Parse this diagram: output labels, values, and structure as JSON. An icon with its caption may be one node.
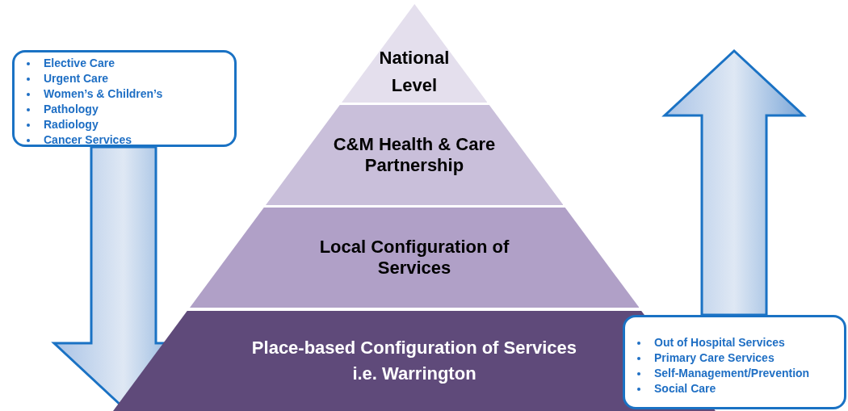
{
  "diagram": {
    "nodes": [
      {
        "text": [
          "Elective Care",
          "Urgent Care",
          "Women’s & Children’s",
          "Pathology",
          "Radiology",
          "Cancer Services"
        ]
      },
      {
        "text": [
          "National Level"
        ]
      },
      {
        "text": [
          "C&M Health & Care Partnership"
        ]
      },
      {
        "text": [
          "Local Configuration of Services"
        ]
      },
      {
        "text": [
          "Place-based Configuration of Services",
          "i.e. Warrington"
        ]
      },
      {
        "text": [
          "Out of Hospital Services",
          "Primary Care Services",
          "Self-Management/Prevention",
          "Social Care"
        ]
      }
    ],
    "edges": [
      {
        "from": 0,
        "to": 4,
        "arrow": "to"
      },
      {
        "from": 5,
        "to": null,
        "arrow": "to"
      }
    ]
  }
}
